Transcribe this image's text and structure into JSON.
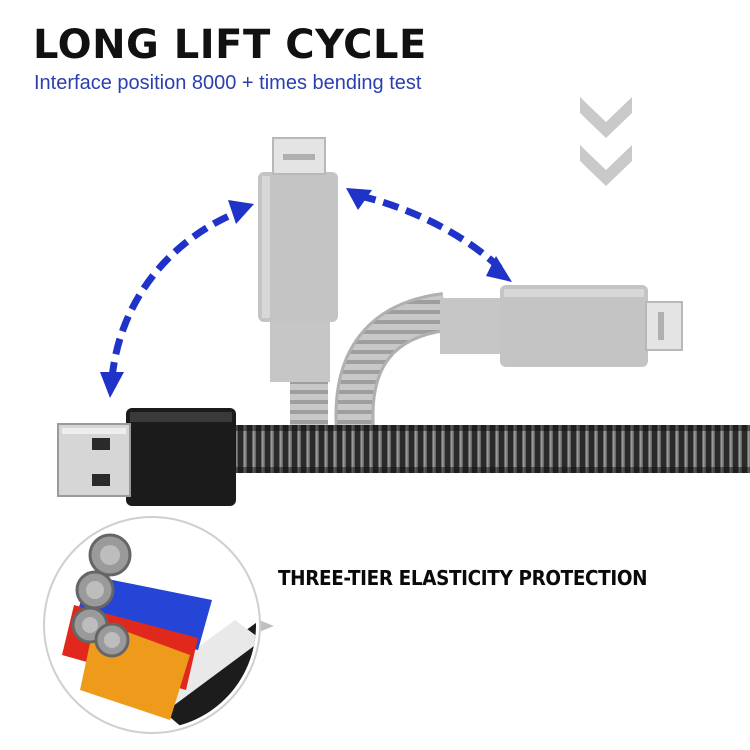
{
  "header": {
    "title": "LONG LIFT CYCLE",
    "subtitle": "Interface position  8000 + times bending test"
  },
  "caption": "THREE-TIER ELASTICITY PROTECTION",
  "icons": {
    "down_chevrons": "double-chevron-down-icon",
    "arrows": "bending-arrow-icon"
  },
  "colors": {
    "arrow": "#1f33c8",
    "chevron": "#c9c9c9",
    "cable_black": "#1b1b1b",
    "connector_grey": "#c4c4c4",
    "wire_blue": "#2445d6",
    "wire_red": "#e0281c",
    "wire_orange": "#ee9a1a"
  }
}
